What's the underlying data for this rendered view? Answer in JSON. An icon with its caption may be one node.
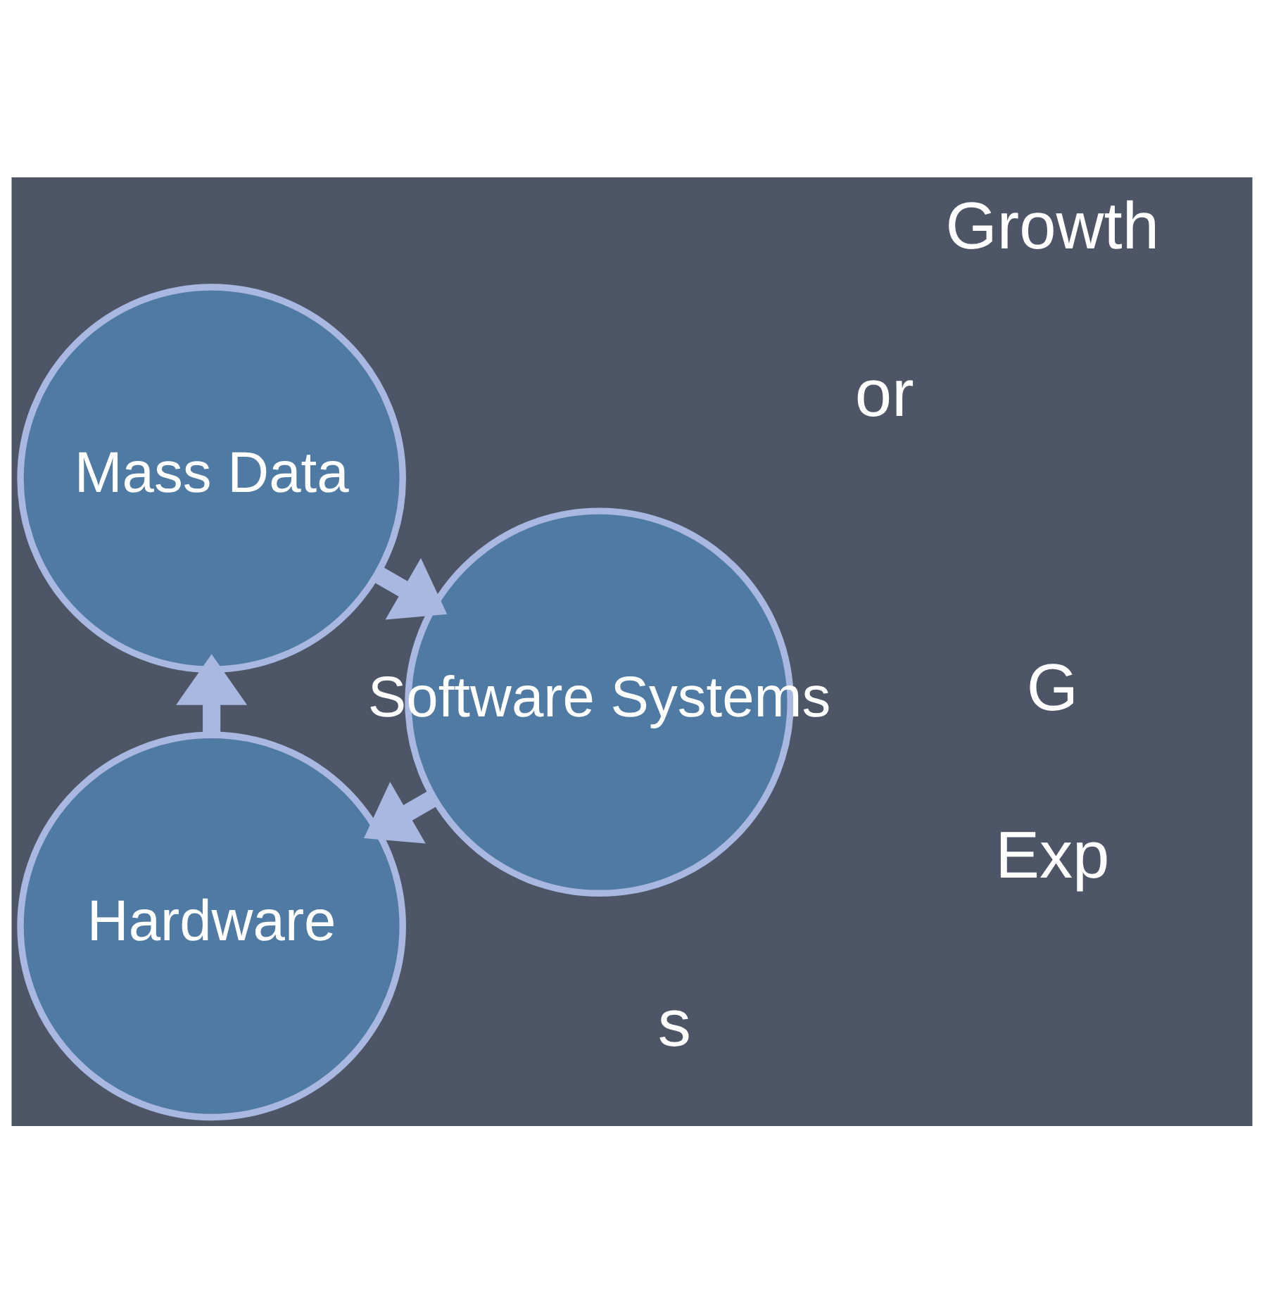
{
  "diagram": {
    "nodes": [
      {
        "text": [
          "Hardware"
        ]
      },
      {
        "text": [
          "Mass Data"
        ]
      },
      {
        "text": [
          "Software Systems"
        ]
      }
    ],
    "edges": [
      {
        "from": 0,
        "to": 1,
        "arrow": "to"
      },
      {
        "from": 1,
        "to": 2,
        "arrow": "to"
      },
      {
        "from": 2,
        "to": 0,
        "arrow": "to"
      }
    ],
    "labels": [
      "or",
      "s",
      "Exp",
      "G",
      "Growth"
    ]
  }
}
